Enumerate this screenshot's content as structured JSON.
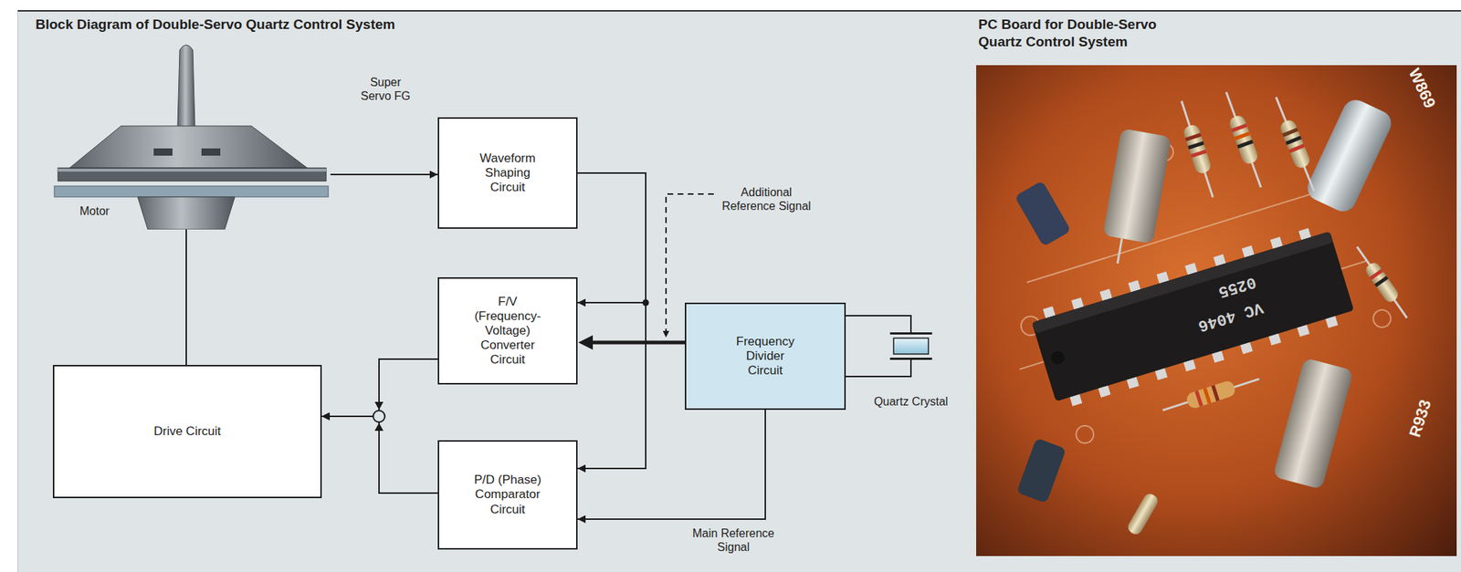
{
  "diagram": {
    "title": "Block Diagram of Double-Servo Quartz Control System",
    "nodes": [
      {
        "text": [
          "Motor"
        ]
      },
      {
        "text": [
          "Waveform Shaping Circuit"
        ]
      },
      {
        "text": [
          "F/V (Frequency-Voltage) Converter Circuit"
        ]
      },
      {
        "text": [
          "P/D (Phase) Comparator Circuit"
        ]
      },
      {
        "text": [
          "Drive Circuit"
        ]
      },
      {
        "text": [
          "Frequency Divider Circuit"
        ]
      },
      {
        "text": [
          "Quartz Crystal"
        ]
      }
    ],
    "edges": [
      {
        "from": 0,
        "to": 1,
        "label": "Super Servo FG",
        "arrow": "to"
      },
      {
        "from": 4,
        "to": 0,
        "arrow": "none"
      },
      {
        "from": 1,
        "to": 2,
        "arrow": "to"
      },
      {
        "from": 1,
        "to": 3,
        "arrow": "to"
      },
      {
        "from": 5,
        "to": 2,
        "label": "Additional Reference Signal",
        "arrow": "to"
      },
      {
        "from": 5,
        "to": 3,
        "label": "Main Reference Signal",
        "arrow": "to"
      },
      {
        "from": 5,
        "to": 6,
        "arrow": "none"
      },
      {
        "from": 2,
        "to": 4,
        "arrow": "to"
      },
      {
        "from": 3,
        "to": 4,
        "arrow": "to"
      }
    ],
    "labels": [
      "PC Board for Double-Servo Quartz Control System",
      "VC 4046",
      "0255",
      "W869",
      "R933"
    ]
  }
}
